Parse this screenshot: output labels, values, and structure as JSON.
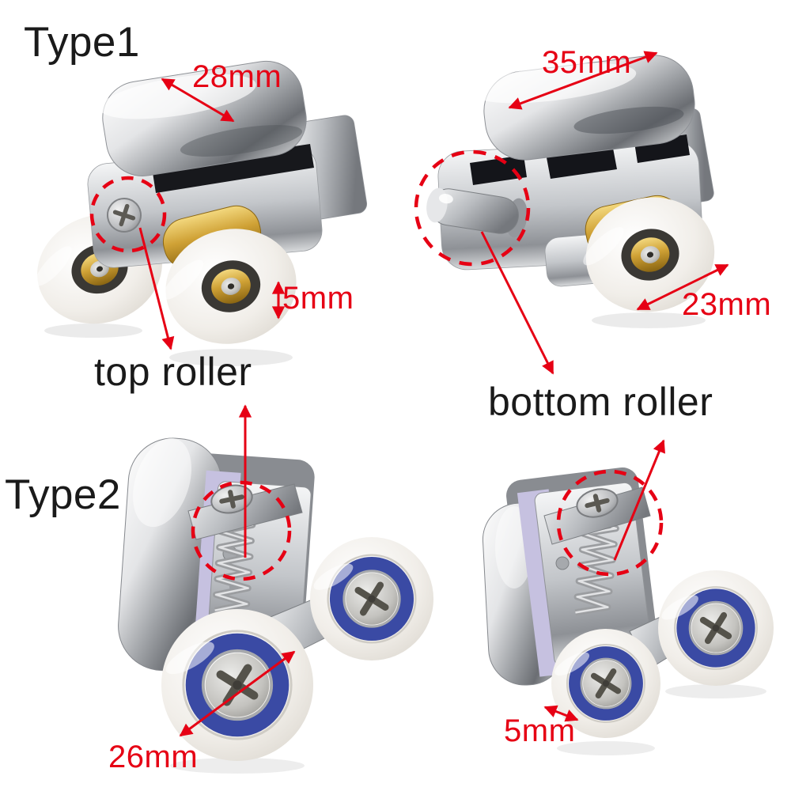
{
  "figure": {
    "kind": "annotated product photo",
    "subject": "shower door roller wheels comparison",
    "background": "#ffffff"
  },
  "sections": {
    "type1": {
      "label": "Type1"
    },
    "type2": {
      "label": "Type2"
    }
  },
  "callouts": {
    "top_roller": {
      "label": "top roller"
    },
    "bottom_roller": {
      "label": "bottom roller"
    }
  },
  "measurements": {
    "t1_left_cap_width": {
      "label": "28mm"
    },
    "t1_right_cap_width": {
      "label": "35mm"
    },
    "t1_wheel_edge": {
      "label": "5mm"
    },
    "t1_right_wheel_diameter": {
      "label": "23mm"
    },
    "t2_wheel_diameter": {
      "label": "26mm"
    },
    "t2_wheel_edge": {
      "label": "5mm"
    }
  },
  "colors": {
    "annotation_red": "#e60014",
    "text_black": "#1a1a1a",
    "chrome_light": "#f2f3f4",
    "chrome_dark": "#6b6e73",
    "brass": "#cfa135",
    "wheel_white": "#f1eee9",
    "bearing_blue": "#3a4aa4",
    "gasket_lavender": "#c6c1e0",
    "background": "#ffffff"
  }
}
